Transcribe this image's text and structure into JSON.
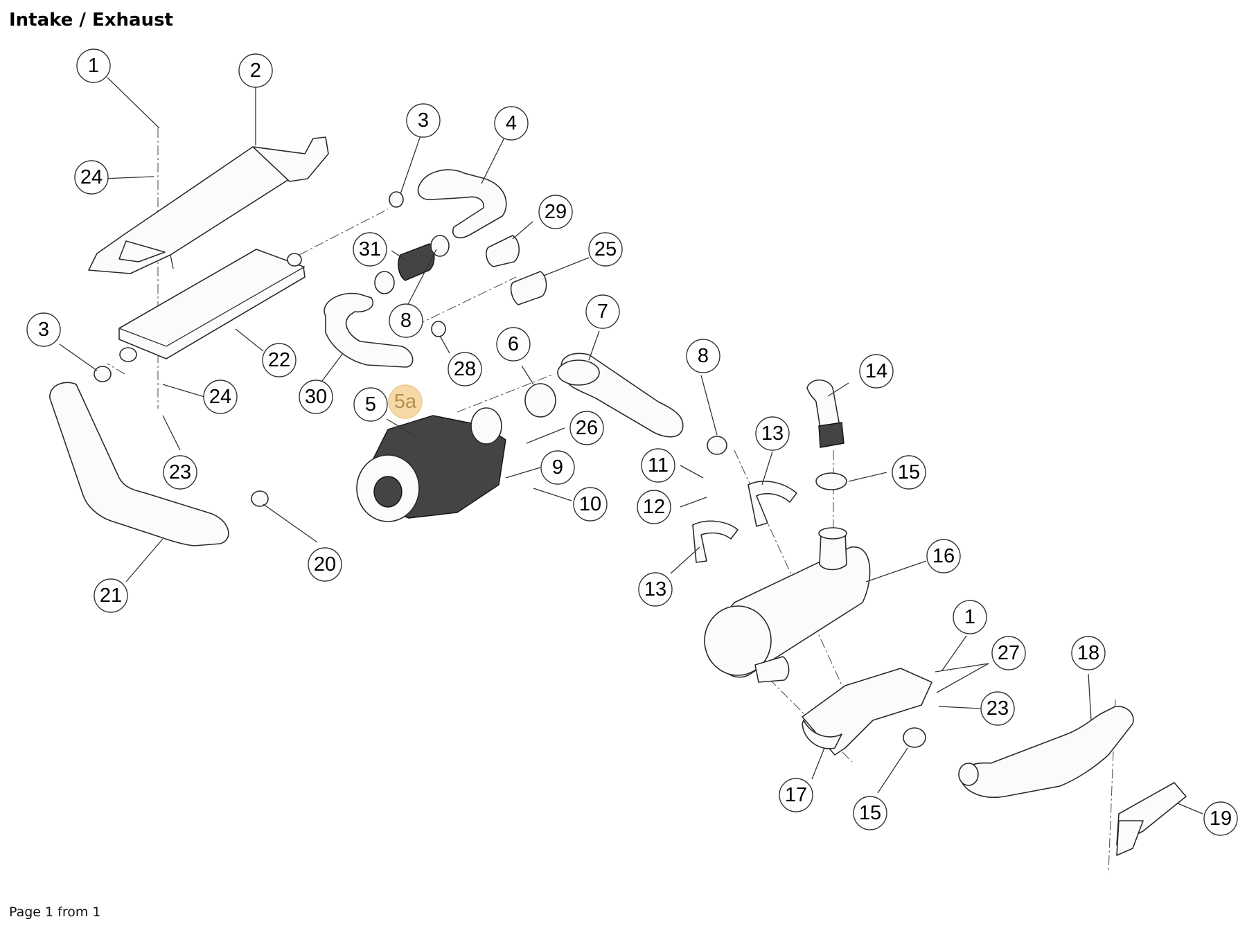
{
  "header": {
    "title": "Intake / Exhaust"
  },
  "footer": {
    "page_text": "Page 1 from 1"
  },
  "diagram": {
    "highlight_color": "#f5d9a6",
    "callouts": [
      {
        "label": "1"
      },
      {
        "label": "2"
      },
      {
        "label": "3"
      },
      {
        "label": "4"
      },
      {
        "label": "24"
      },
      {
        "label": "29"
      },
      {
        "label": "31"
      },
      {
        "label": "25"
      },
      {
        "label": "3"
      },
      {
        "label": "8"
      },
      {
        "label": "7"
      },
      {
        "label": "22"
      },
      {
        "label": "28"
      },
      {
        "label": "30"
      },
      {
        "label": "6"
      },
      {
        "label": "8"
      },
      {
        "label": "24"
      },
      {
        "label": "5"
      },
      {
        "label": "5a",
        "highlighted": true
      },
      {
        "label": "26"
      },
      {
        "label": "14"
      },
      {
        "label": "9"
      },
      {
        "label": "23"
      },
      {
        "label": "11"
      },
      {
        "label": "13"
      },
      {
        "label": "10"
      },
      {
        "label": "12"
      },
      {
        "label": "15"
      },
      {
        "label": "20"
      },
      {
        "label": "16"
      },
      {
        "label": "13"
      },
      {
        "label": "21"
      },
      {
        "label": "1"
      },
      {
        "label": "27"
      },
      {
        "label": "18"
      },
      {
        "label": "23"
      },
      {
        "label": "17"
      },
      {
        "label": "15"
      },
      {
        "label": "19"
      }
    ]
  }
}
